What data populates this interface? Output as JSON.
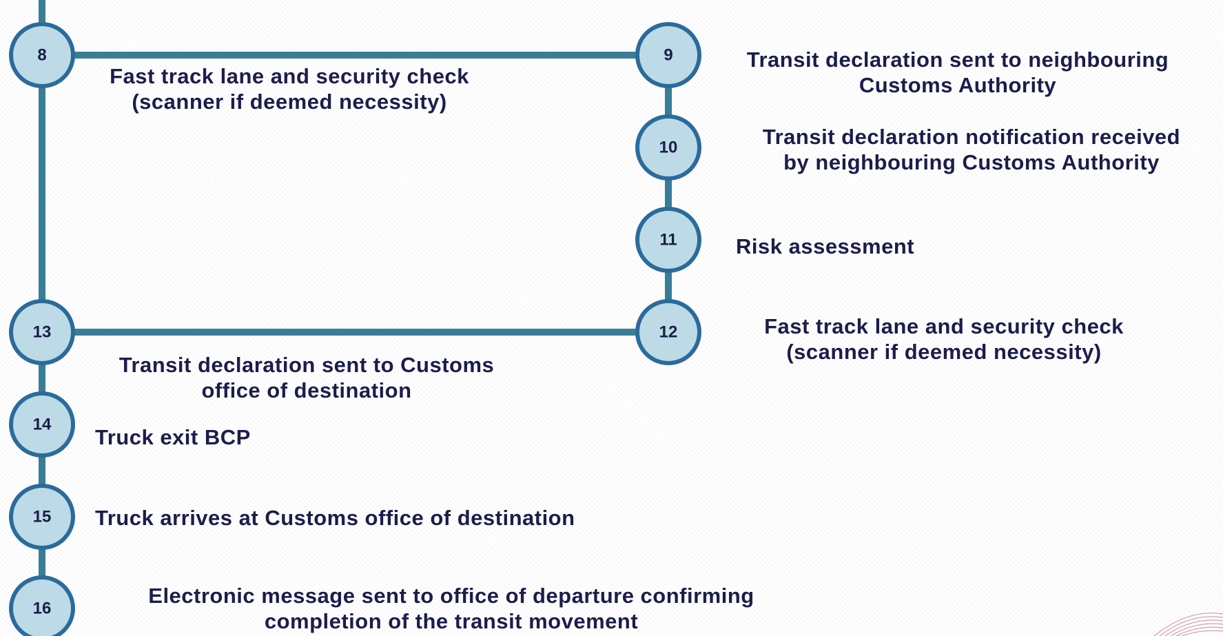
{
  "colors": {
    "line": "#3a7d96",
    "node_fill": "#bcdbe6",
    "node_stroke": "#2b6b9c",
    "text": "#1b1d4a"
  },
  "nodes": [
    {
      "id": "8",
      "label": "8"
    },
    {
      "id": "9",
      "label": "9"
    },
    {
      "id": "10",
      "label": "10"
    },
    {
      "id": "11",
      "label": "11"
    },
    {
      "id": "12",
      "label": "12"
    },
    {
      "id": "13",
      "label": "13"
    },
    {
      "id": "14",
      "label": "14"
    },
    {
      "id": "15",
      "label": "15"
    },
    {
      "id": "16",
      "label": "16"
    }
  ],
  "edges": [
    [
      "8",
      "9"
    ],
    [
      "9",
      "10"
    ],
    [
      "10",
      "11"
    ],
    [
      "11",
      "12"
    ],
    [
      "12",
      "13"
    ],
    [
      "8",
      "13"
    ],
    [
      "13",
      "14"
    ],
    [
      "14",
      "15"
    ],
    [
      "15",
      "16"
    ]
  ],
  "steps": {
    "s8": {
      "line1": "Fast track lane and security check",
      "line2": "(scanner if deemed  necessity)"
    },
    "s9": {
      "line1": "Transit declaration sent to neighbouring",
      "line2": "Customs Authority"
    },
    "s10": {
      "line1": "Transit declaration notification received",
      "line2": "by neighbouring Customs Authority"
    },
    "s11": {
      "line1": "Risk assessment"
    },
    "s12": {
      "line1": "Fast track lane and security check",
      "line2": "(scanner if deemed  necessity)"
    },
    "s13": {
      "line1": "Transit declaration sent to Customs",
      "line2": "office of destination"
    },
    "s14": {
      "line1": "Truck exit BCP"
    },
    "s15": {
      "line1": "Truck arrives at Customs office of destination"
    },
    "s16": {
      "line1": "Electronic message sent to office of departure confirming",
      "line2": "completion of the transit movement"
    }
  }
}
